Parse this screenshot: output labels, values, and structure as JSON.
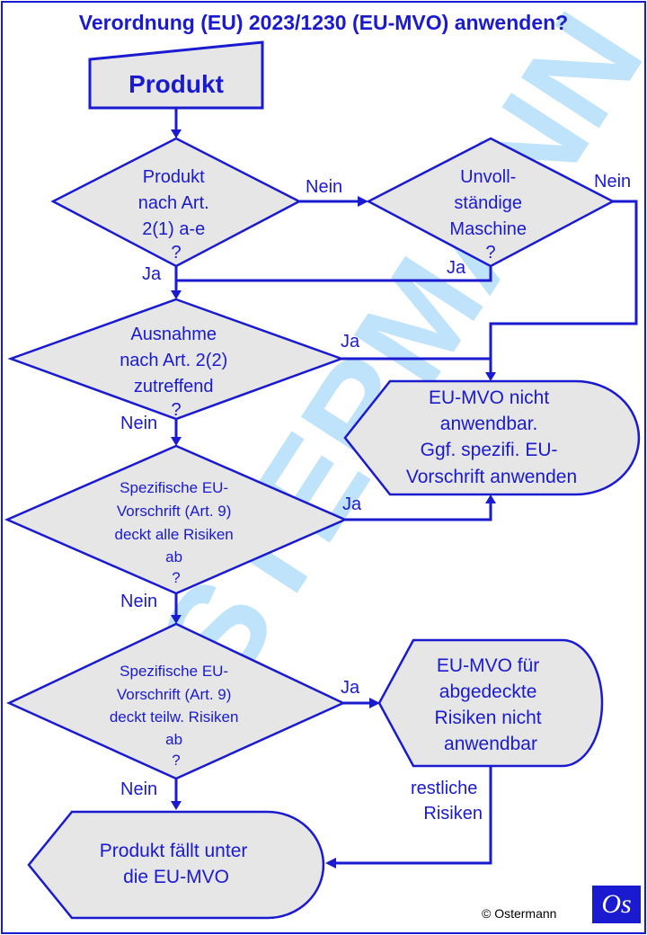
{
  "title": "Verordnung (EU) 2023/1230 (EU-MVO) anwenden?",
  "watermark": "OSTERMANN",
  "colors": {
    "accent": "#1a1ad0",
    "shape_fill": "#e6e6e6",
    "watermark": "#bfe3fa"
  },
  "nodes": {
    "start": [
      "Produkt"
    ],
    "q_art2_1": [
      "Produkt",
      "nach Art.",
      "2(1) a-e",
      "?"
    ],
    "q_incomplete": [
      "Unvoll-",
      "ständige",
      "Maschine",
      "?"
    ],
    "q_exception": [
      "Ausnahme",
      "nach Art. 2(2)",
      "zutreffend",
      "?"
    ],
    "q_specific_all": [
      "Spezifische EU-",
      "Vorschrift (Art. 9)",
      "deckt alle Risiken",
      "ab",
      "?"
    ],
    "q_specific_partial": [
      "Spezifische EU-",
      "Vorschrift (Art. 9)",
      "deckt teilw. Risiken",
      "ab",
      "?"
    ],
    "res_not_applicable": [
      "EU-MVO nicht",
      "anwendbar.",
      "Ggf. spezifi.  EU-",
      "Vorschrift anwenden"
    ],
    "res_partial": [
      "EU-MVO für",
      "abgedeckte",
      "Risiken nicht",
      "anwendbar"
    ],
    "res_applies": [
      "Produkt fällt unter",
      "die EU-MVO"
    ]
  },
  "edge_labels": {
    "nein_1": "Nein",
    "nein_2": "Nein",
    "ja_1": "Ja",
    "ja_2": "Ja",
    "ja_3": "Ja",
    "nein_3": "Nein",
    "ja_4": "Ja",
    "nein_4": "Nein",
    "ja_5": "Ja",
    "nein_5": "Nein",
    "remaining": [
      "restliche",
      "Risiken"
    ]
  },
  "logo": "Os",
  "copyright": "© Ostermann"
}
